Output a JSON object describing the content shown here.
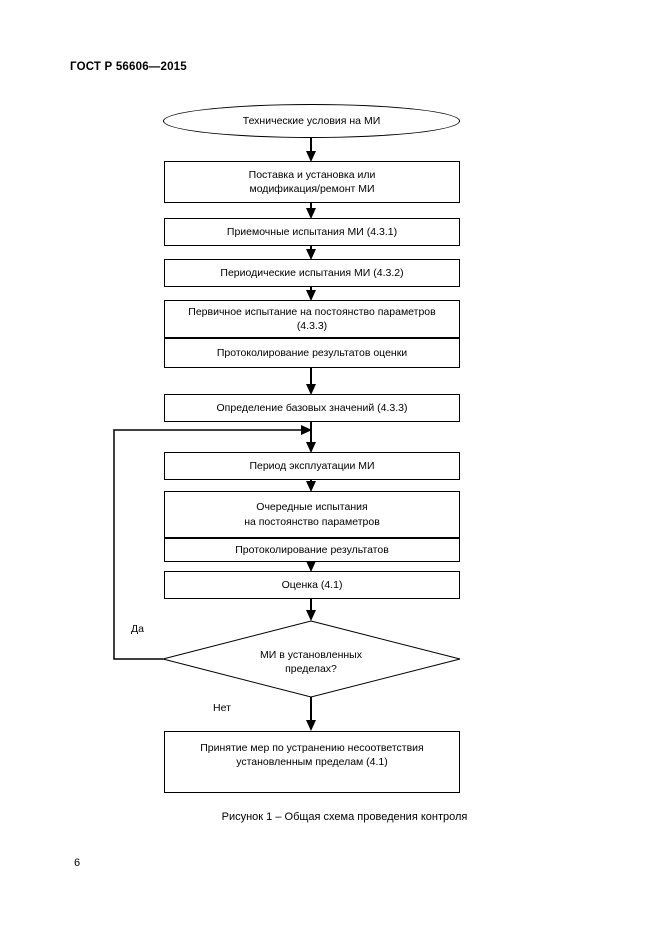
{
  "document": {
    "header": "ГОСТ Р 56606—2015",
    "page_number": "6",
    "figure_caption": "Рисунок 1 – Общая схема проведения контроля"
  },
  "flowchart": {
    "title": "Общая схема проведения контроля",
    "nodes": [
      {
        "id": "n1",
        "shape": "terminator",
        "text": "Технические условия на МИ"
      },
      {
        "id": "n2",
        "shape": "process",
        "text": "Поставка и установка или\nмодификация/ремонт МИ"
      },
      {
        "id": "n3",
        "shape": "process",
        "text": "Приемочные испытания МИ (4.3.1)"
      },
      {
        "id": "n4",
        "shape": "process",
        "text": "Периодические испытания МИ (4.3.2)"
      },
      {
        "id": "n5",
        "shape": "process",
        "text": "Первичное испытание на постоянство параметров\n(4.3.3)"
      },
      {
        "id": "n6",
        "shape": "process",
        "text": "Протоколирование результатов оценки"
      },
      {
        "id": "n7",
        "shape": "process",
        "text": "Определение базовых значений (4.3.3)"
      },
      {
        "id": "n8",
        "shape": "process",
        "text": "Период эксплуатации МИ"
      },
      {
        "id": "n9",
        "shape": "process",
        "text": "Очередные испытания\nна постоянство параметров"
      },
      {
        "id": "n10",
        "shape": "process",
        "text": "Протоколирование результатов"
      },
      {
        "id": "n11",
        "shape": "process",
        "text": "Оценка (4.1)"
      },
      {
        "id": "n12",
        "shape": "decision",
        "text": "МИ в установленных\nпределах?"
      },
      {
        "id": "n13",
        "shape": "process",
        "text": "Принятие мер по устранению несоответствия\nустановленным пределам (4.1)"
      }
    ],
    "edge_labels": {
      "yes": "Да",
      "no": "Нет"
    }
  }
}
